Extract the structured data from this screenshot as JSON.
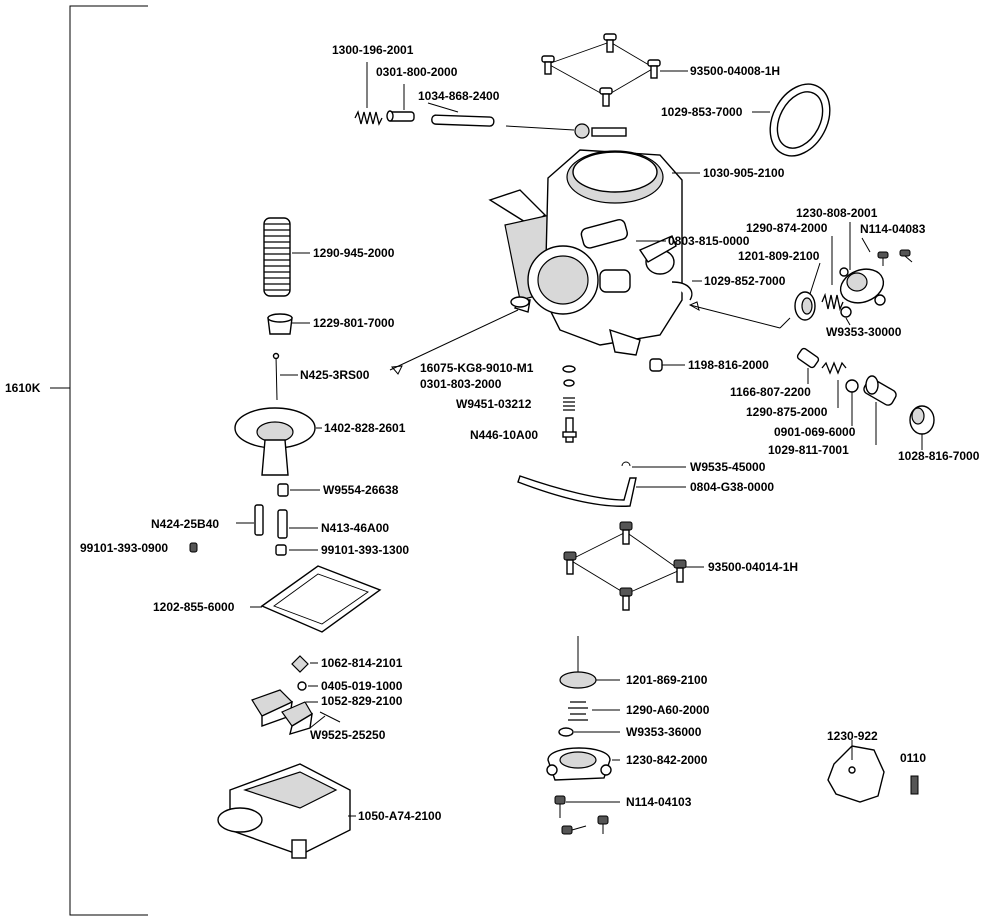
{
  "assembly_label": "1610K",
  "labels": {
    "l_1300_196_2001": "1300-196-2001",
    "l_0301_800_2000": "0301-800-2000",
    "l_1034_868_2400": "1034-868-2400",
    "l_93500_04008_1h": "93500-04008-1H",
    "l_1029_853_7000": "1029-853-7000",
    "l_1030_905_2100": "1030-905-2100",
    "l_1230_808_2001": "1230-808-2001",
    "l_1290_874_2000": "1290-874-2000",
    "l_n114_04083": "N114-04083",
    "l_0803_815_0000": "0803-815-0000",
    "l_1201_809_2100": "1201-809-2100",
    "l_1029_852_7000": "1029-852-7000",
    "l_w9353_30000": "W9353-30000",
    "l_1290_945_2000": "1290-945-2000",
    "l_1229_801_7000": "1229-801-7000",
    "l_n425_3rs00": "N425-3RS00",
    "l_16075_kg8_9010_m1": "16075-KG8-9010-M1",
    "l_1198_816_2000": "1198-816-2000",
    "l_0301_803_2000": "0301-803-2000",
    "l_1166_807_2200": "1166-807-2200",
    "l_w9451_03212": "W9451-03212",
    "l_1290_875_2000": "1290-875-2000",
    "l_0901_069_6000": "0901-069-6000",
    "l_1402_828_2601": "1402-828-2601",
    "l_n446_10a00": "N446-10A00",
    "l_1029_811_7001": "1029-811-7001",
    "l_1028_816_7000": "1028-816-7000",
    "l_w9535_45000": "W9535-45000",
    "l_0804_g38_0000": "0804-G38-0000",
    "l_w9554_26638": "W9554-26638",
    "l_n424_25b40": "N424-25B40",
    "l_n413_46a00": "N413-46A00",
    "l_99101_393_0900": "99101-393-0900",
    "l_99101_393_1300": "99101-393-1300",
    "l_93500_04014_1h": "93500-04014-1H",
    "l_1202_855_6000": "1202-855-6000",
    "l_1062_814_2101": "1062-814-2101",
    "l_1201_869_2100": "1201-869-2100",
    "l_0405_019_1000": "0405-019-1000",
    "l_1052_829_2100": "1052-829-2100",
    "l_1290_a60_2000": "1290-A60-2000",
    "l_w9525_25250": "W9525-25250",
    "l_w9353_36000": "W9353-36000",
    "l_1230_922": "1230-922",
    "l_0110": "0110",
    "l_1230_842_2000": "1230-842-2000",
    "l_n114_04103": "N114-04103",
    "l_1050_a74_2100": "1050-A74-2100"
  }
}
